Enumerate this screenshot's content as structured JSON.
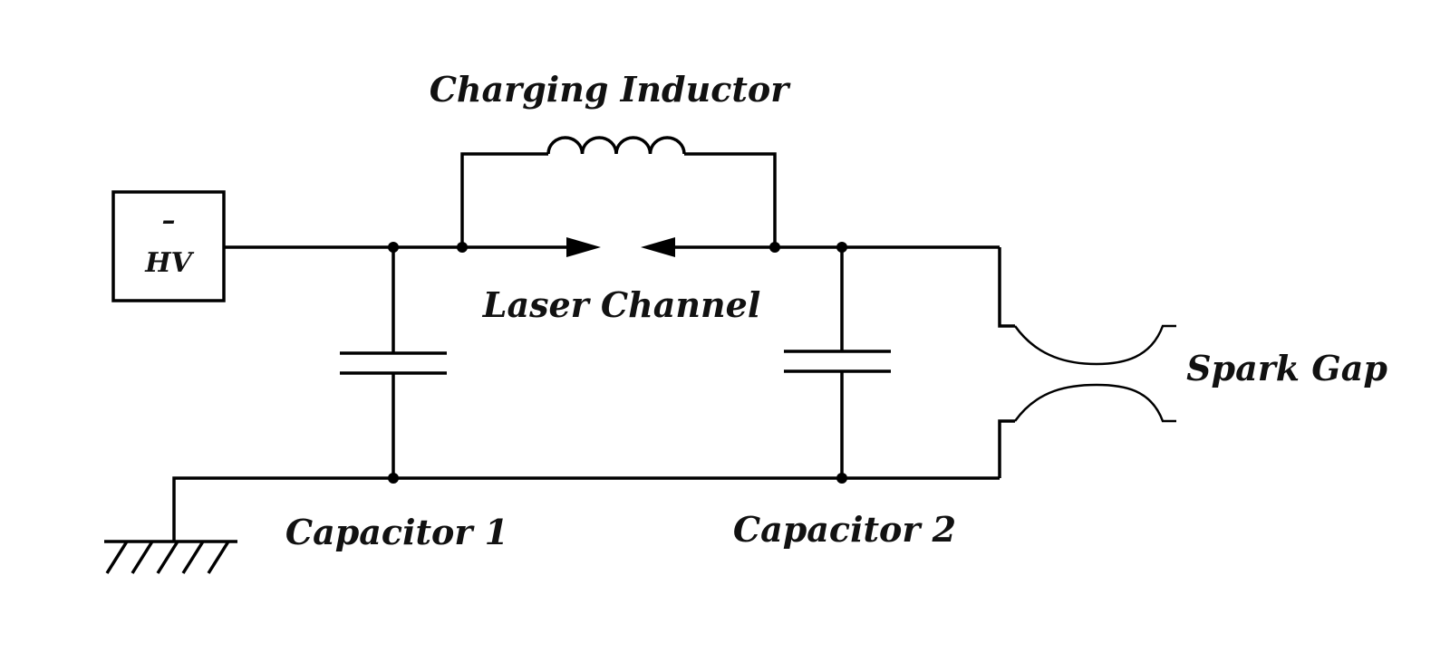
{
  "labels": {
    "hv_sign": "–",
    "hv": "HV",
    "charging_inductor": "Charging Inductor",
    "laser_channel": "Laser Channel",
    "spark_gap": "Spark Gap",
    "capacitor_1": "Capacitor 1",
    "capacitor_2": "Capacitor 2"
  },
  "colors": {
    "line": "#000000",
    "background": "#ffffff"
  }
}
